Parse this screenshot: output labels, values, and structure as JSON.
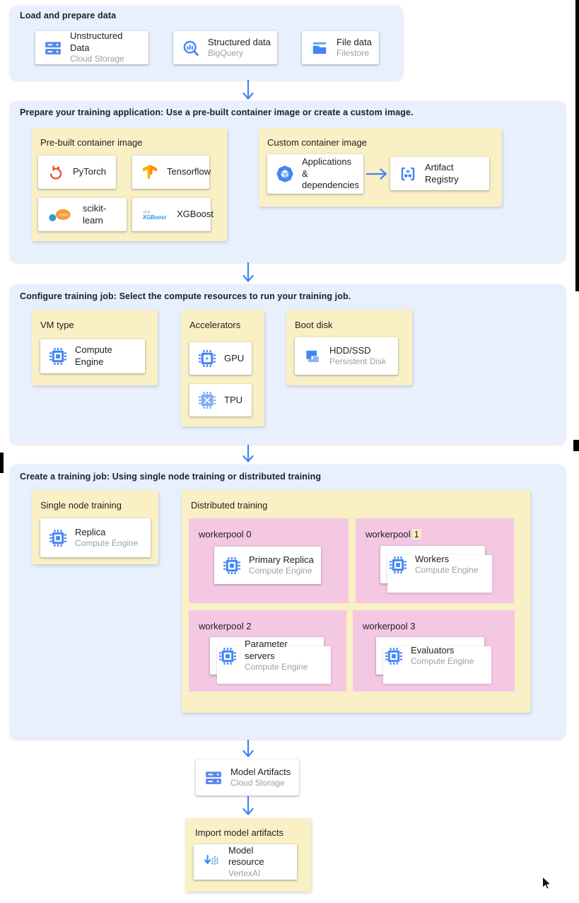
{
  "colors": {
    "section_bg": "#e8f0fe",
    "panel_yellow": "#faf0c5",
    "pool_pink": "#f4c7e3",
    "accent_blue": "#4285f4",
    "title_text": "#202124",
    "subtitle_gray": "#9aa0a6",
    "highlight": "#f9ecca"
  },
  "load": {
    "title": "Load and prepare data",
    "cards": [
      {
        "title": "Unstructured Data",
        "subtitle": "Cloud Storage",
        "icon": "cloud-storage-icon"
      },
      {
        "title": "Structured data",
        "subtitle": "BigQuery",
        "icon": "bigquery-icon"
      },
      {
        "title": "File data",
        "subtitle": "Filestore",
        "icon": "filestore-icon"
      }
    ]
  },
  "prepare": {
    "title": "Prepare your training application: Use a pre-built container image or create a custom image.",
    "prebuilt": {
      "label": "Pre-built container image",
      "cards": [
        {
          "title": "PyTorch",
          "icon": "pytorch-icon"
        },
        {
          "title": "Tensorflow",
          "icon": "tensorflow-icon"
        },
        {
          "title": "scikit-learn",
          "icon": "scikit-learn-icon",
          "logo_text": "learn"
        },
        {
          "title": "XGBoost",
          "icon": "xgboost-icon",
          "logo_small": "dmlc",
          "logo_text": "XGBoost"
        }
      ]
    },
    "custom": {
      "label": "Custom container image",
      "source": {
        "title": "Applications & dependencies",
        "icon": "applications-icon"
      },
      "target": {
        "title": "Artifact Registry",
        "icon": "artifact-registry-icon"
      }
    }
  },
  "configure": {
    "title": "Configure training job: Select the compute resources to run your training job.",
    "vm": {
      "label": "VM type",
      "card": {
        "title": "Compute Engine",
        "icon": "compute-engine-icon"
      }
    },
    "accelerators": {
      "label": "Accelerators",
      "cards": [
        {
          "title": "GPU",
          "icon": "gpu-icon"
        },
        {
          "title": "TPU",
          "icon": "tpu-icon"
        }
      ]
    },
    "boot": {
      "label": "Boot disk",
      "card": {
        "title": "HDD/SSD",
        "subtitle": "Persistent Disk",
        "icon": "persistent-disk-icon"
      }
    }
  },
  "create": {
    "title": "Create a training job: Using single node training or distributed training",
    "single": {
      "label": "Single node training",
      "card": {
        "title": "Replica",
        "subtitle": "Compute Engine",
        "icon": "compute-engine-icon"
      }
    },
    "distributed": {
      "label": "Distributed training",
      "workerpools": [
        {
          "name": "workerpool",
          "num": "0",
          "card": {
            "title": "Primary Replica",
            "subtitle": "Compute Engine",
            "icon": "compute-engine-icon"
          }
        },
        {
          "name": "workerpool",
          "num": "1",
          "card": {
            "title": "Workers",
            "subtitle": "Compute Engine",
            "icon": "compute-engine-icon"
          }
        },
        {
          "name": "workerpool",
          "num": "2",
          "card": {
            "title": "Parameter servers",
            "subtitle": "Compute Engine",
            "icon": "compute-engine-icon"
          }
        },
        {
          "name": "workerpool",
          "num": "3",
          "card": {
            "title": "Evaluators",
            "subtitle": "Compute Engine",
            "icon": "compute-engine-icon"
          }
        }
      ]
    }
  },
  "artifacts": {
    "card": {
      "title": "Model Artifacts",
      "subtitle": "Cloud Storage",
      "icon": "cloud-storage-icon"
    }
  },
  "import_model": {
    "label": "Import model artifacts",
    "card": {
      "title": "Model resource",
      "subtitle": "VertexAI",
      "icon": "vertex-ai-icon"
    }
  }
}
